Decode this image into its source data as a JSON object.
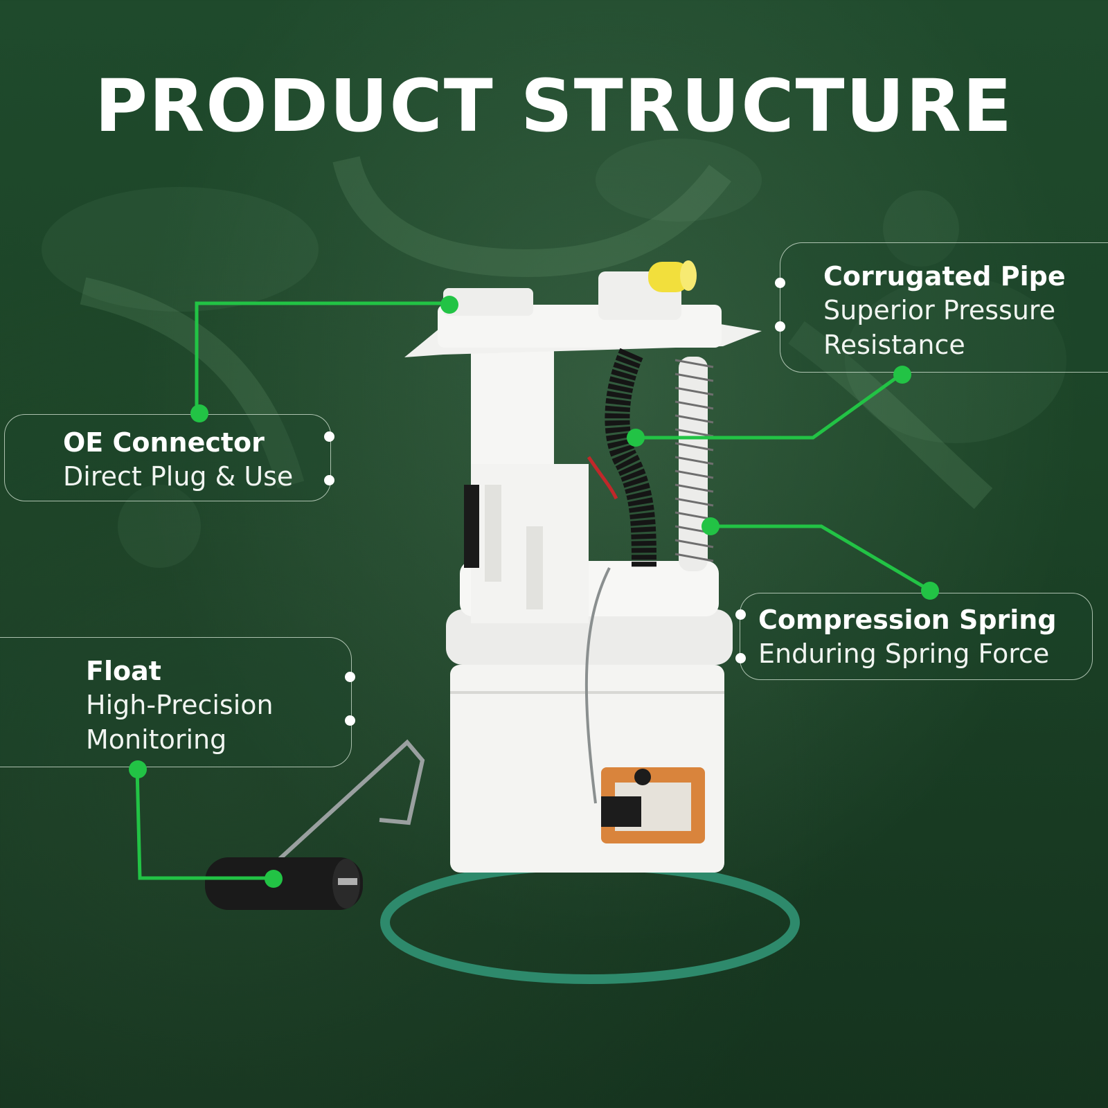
{
  "title": "PRODUCT STRUCTURE",
  "callouts": {
    "oe_connector": {
      "title": "OE Connector",
      "desc": "Direct Plug & Use"
    },
    "corrugated_pipe": {
      "title": "Corrugated Pipe",
      "desc_line1": "Superior Pressure",
      "desc_line2": "Resistance"
    },
    "compression_spring": {
      "title": "Compression Spring",
      "desc": "Enduring Spring Force"
    },
    "float": {
      "title": "Float",
      "desc_line1": "High-Precision",
      "desc_line2": "Monitoring"
    }
  },
  "colors": {
    "background": "#1c4427",
    "accent_line": "#22c345",
    "text": "#ffffff",
    "seal_ring": "#2e8a6c",
    "body_plastic": "#f4f4f2",
    "connector_orange": "#d9843c",
    "port_yellow": "#f2df3c"
  }
}
